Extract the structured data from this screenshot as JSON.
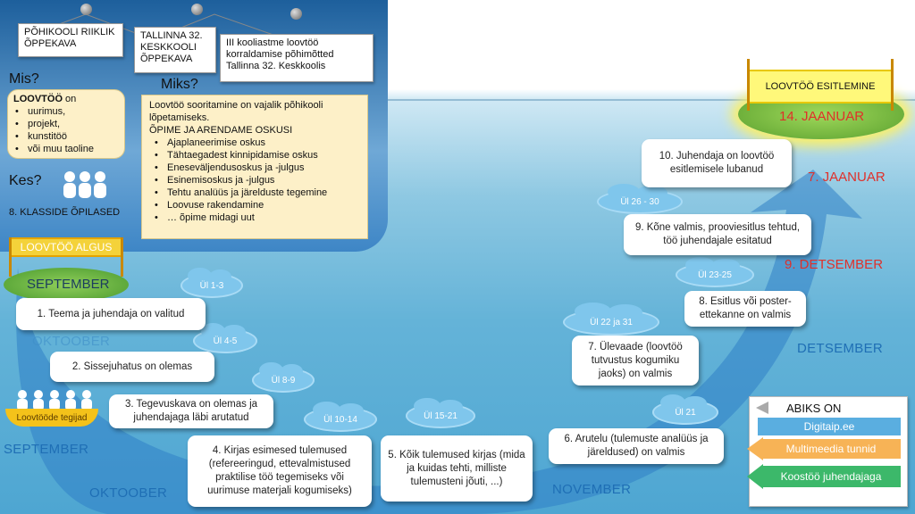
{
  "top_sheets": [
    "PÕHIKOOLI RIIKLIK ÕPPEKAVA",
    "TALLINNA 32. KESKKOOLI ÕPPEKAVA",
    "III kooliastme loovtöö korraldamise põhimõtted Tallinna 32. Keskkoolis"
  ],
  "mis": {
    "heading": "Mis?",
    "intro_bold": "LOOVTÖÖ",
    "intro_rest": " on",
    "items": [
      "uurimus,",
      "projekt,",
      "kunstitöö",
      "või muu taoline"
    ]
  },
  "kes": {
    "heading": "Kes?",
    "label": "8. KLASSIDE ÕPILASED"
  },
  "miks": {
    "heading": "Miks?",
    "text1": "Loovtöö sooritamine on vajalik põhikooli lõpetamiseks.",
    "text2": "ÕPIME JA ARENDAME OSKUSI",
    "items": [
      "Ajaplaneerimise oskus",
      "Tähtaegadest kinnipidamise oskus",
      "Eneseväljendusoskus ja -julgus",
      "Esinemisoskus ja -julgus",
      "Tehtu analüüs ja järelduste tegemine",
      "Loovuse rakendamine",
      "… õpime midagi uut"
    ]
  },
  "start": {
    "banner": "LOOVTÖÖ ALGUS",
    "month": "SEPTEMBER"
  },
  "end": {
    "banner": "LOOVTÖÖ ESITLEMINE",
    "date": "14. JAANUAR"
  },
  "boat_label": "Loovtööde tegijad",
  "steps": [
    "1. Teema ja juhendaja on valitud",
    "2. Sissejuhatus on olemas",
    "3. Tegevuskava on olemas ja juhendajaga läbi arutatud",
    "4. Kirjas esimesed tulemused (refereeringud, ettevalmistused praktilise töö tegemiseks või uurimuse materjali kogumiseks)",
    "5. Kõik tulemused kirjas (mida ja kuidas tehti, milliste tulemusteni jõuti, ...)",
    "6. Arutelu (tulemuste analüüs ja järeldused) on valmis",
    "7. Ülevaade (loovtöö tutvustus kogumiku jaoks) on valmis",
    "8. Esitlus või poster-ettekanne on valmis",
    "9. Kõne valmis, prooviesitlus tehtud, töö juhendajale esitatud",
    "10. Juhendaja on loovtöö esitlemisele lubanud"
  ],
  "clouds": [
    "Ül 1-3",
    "Ül 4-5",
    "Ül 8-9",
    "Ül 10-14",
    "Ül  15-21",
    "Ül  21",
    "Ül  22 ja 31",
    "Ül  23-25",
    "Ül  26 - 30"
  ],
  "months": {
    "oktoober_faint": "OKTOOBER",
    "september": "SEPTEMBER",
    "oktoober": "OKTOOBER",
    "november": "NOVEMBER",
    "detsember": "DETSEMBER"
  },
  "deadlines": {
    "dec9": "9. DETSEMBER",
    "jan7": "7. JAANUAR"
  },
  "help": {
    "title": "ABIKS ON",
    "items": [
      "Digitaip.ee",
      "Multimeedia tunnid",
      "Koostöö juhendajaga"
    ],
    "colors": [
      "#5aaee0",
      "#f7b356",
      "#3cb86a"
    ]
  }
}
